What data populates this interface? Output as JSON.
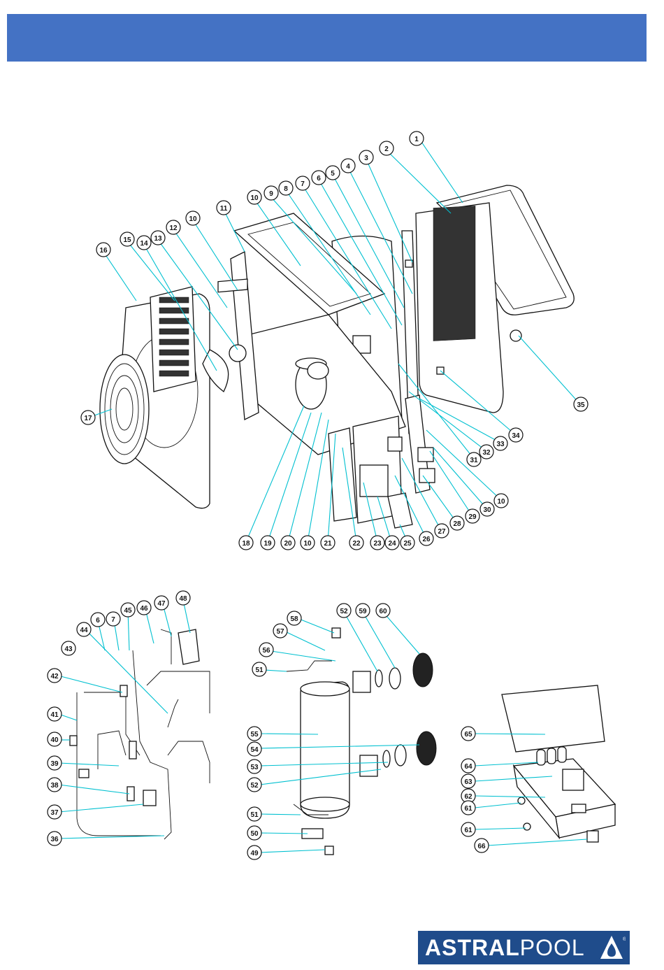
{
  "header": {
    "banner_color": "#4472c4",
    "title": ""
  },
  "diagram": {
    "groups": [
      "main-unit",
      "refrigerant-circuit",
      "heat-exchanger",
      "control-box"
    ],
    "callouts_main": [
      "1",
      "2",
      "3",
      "4",
      "5",
      "6",
      "7",
      "8",
      "9",
      "10",
      "11",
      "10",
      "12",
      "13",
      "14",
      "15",
      "16",
      "17",
      "18",
      "19",
      "20",
      "10",
      "21",
      "22",
      "23",
      "24",
      "25",
      "26",
      "27",
      "28",
      "29",
      "30",
      "10",
      "31",
      "32",
      "33",
      "34",
      "35"
    ],
    "callouts_circuit": [
      "48",
      "47",
      "46",
      "45",
      "7",
      "6",
      "44",
      "43",
      "42",
      "41",
      "40",
      "39",
      "38",
      "37",
      "36"
    ],
    "callouts_exchanger": [
      "58",
      "57",
      "56",
      "51",
      "52",
      "59",
      "60",
      "55",
      "54",
      "53",
      "52",
      "51",
      "50",
      "49"
    ],
    "callouts_control": [
      "65",
      "64",
      "63",
      "62",
      "61",
      "61",
      "66"
    ],
    "leader_color": "#00c0d0"
  },
  "logo": {
    "brand_bold": "ASTRAL",
    "brand_light": "POOL",
    "registered": "®",
    "brand_color": "#1f4c8b"
  }
}
